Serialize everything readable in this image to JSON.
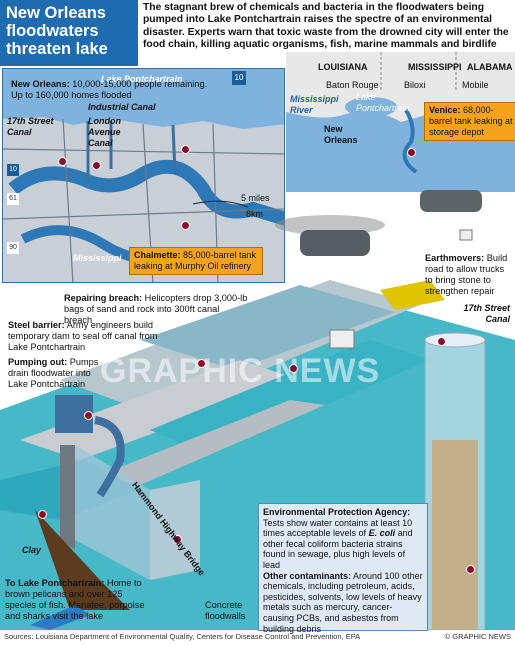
{
  "title": {
    "line1": "New Orleans",
    "line2": "floodwaters",
    "line3": "threaten lake"
  },
  "intro": "The stagnant brew of chemicals and bacteria in the floodwaters being pumped into Lake Pontchartrain raises the spectre of an environmental disaster. Experts warn that toxic waste from the drowned city will enter the food chain, killing aquatic organisms, fish, marine mammals and birdlife",
  "map": {
    "lake_label": "Lake Pontchartrain",
    "new_orleans_title": "New Orleans:",
    "new_orleans_text": " 10,000-15,000 people remaining. Up to 160,000 homes flooded",
    "industrial_canal": "Industrial Canal",
    "london_canal": "London Avenue Canal",
    "street_canal": "17th Street Canal",
    "river": "Mississippi",
    "scale_miles": "5 miles",
    "scale_km": "8km",
    "hwy_10": "10",
    "hwy_61": "61",
    "hwy_90": "90",
    "chalmette_title": "Chalmette:",
    "chalmette_text": " 85,000-barrel tank leaking at Murphy Oil refinery"
  },
  "regional": {
    "louisiana": "LOUISIANA",
    "mississippi": "MISSISSIPPI",
    "alabama": "ALABAMA",
    "baton_rouge": "Baton Rouge",
    "biloxi": "Biloxi",
    "mobile": "Mobile",
    "lake": "Lake Pontchartrain",
    "river": "Mississippi River",
    "new_orleans": "New Orleans",
    "venice_title": "Venice:",
    "venice_text": " 68,000-barrel tank leaking at storage depot"
  },
  "diagram": {
    "earthmovers_title": "Earthmovers:",
    "earthmovers_text": " Build road to allow trucks to bring stone to strengthen repair",
    "repairing_title": "Repairing breach:",
    "repairing_text": " Helicopters drop 3,000-lb bags of sand and rock into 300ft canal breach",
    "street_canal": "17th Street Canal",
    "steel_title": "Steel barrier:",
    "steel_text": " Army engineers build temporary dam to seal off canal from Lake Pontchartrain",
    "pumping_title": "Pumping out:",
    "pumping_text": " Pumps drain floodwater into Lake Pontchartrain",
    "bridge": "Hammond Highway Bridge",
    "clay": "Clay",
    "lake_title": "To Lake Pontchartrain:",
    "lake_text": " Home to brown pelicans and over 125 species of fish. Manatee, porpoise and sharks visit the lake",
    "concrete": "Concrete floodwalls",
    "watermark": "GRAPHIC NEWS"
  },
  "epa": {
    "title": "Environmental Protection Agency:",
    "text1a": "Tests show water contains at least 10 times acceptable levels of ",
    "ecoli": "E. coli",
    "text1b": " and other fecal coliform bacteria strains found in sewage, plus high levels of lead",
    "contaminants_title": "Other contaminants:",
    "contaminants_text": " Around 100 other chemicals, including petroleum, acids, pesticides, solvents, low levels of heavy metals such as mercury, cancer-causing PCBs, and asbestos from building debris"
  },
  "footer": {
    "sources": "Sources:  Louisiana Department of Environmental Quality, Centers for Disease Control and Prevention, EPA",
    "copyright": "© GRAPHIC NEWS"
  }
}
